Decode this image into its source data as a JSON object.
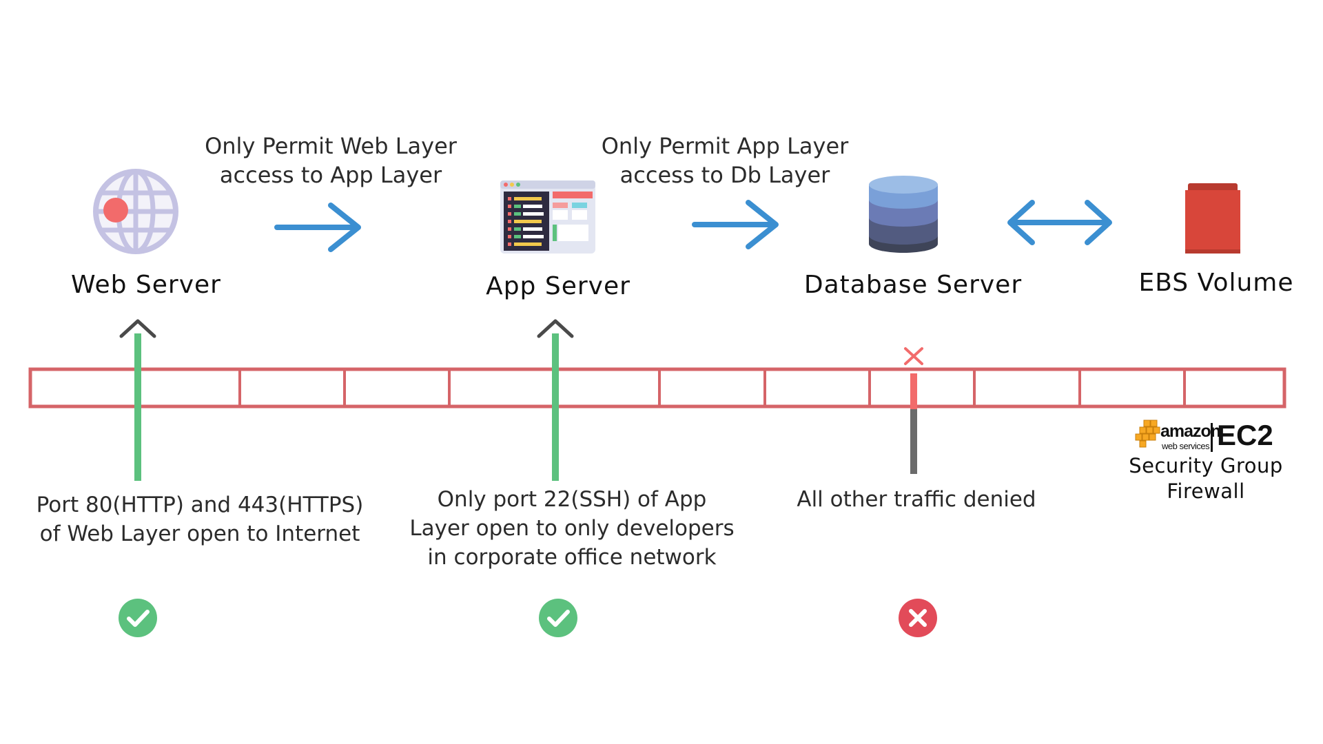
{
  "nodes": {
    "web_server": "Web Server",
    "app_server": "App Server",
    "database_server": "Database Server",
    "ebs_volume": "EBS Volume"
  },
  "rules": {
    "web_to_app": [
      "Only Permit Web Layer",
      "access to App Layer"
    ],
    "app_to_db": [
      "Only Permit App Layer",
      "access to Db Layer"
    ]
  },
  "firewall": {
    "brand_word": "amazon",
    "brand_sub": "web services",
    "product": "EC2",
    "title_lines": [
      "Security Group",
      "Firewall"
    ]
  },
  "captions": {
    "web": [
      "Port 80(HTTP) and 443(HTTPS)",
      "of Web Layer open to Internet"
    ],
    "app": [
      "Only port 22(SSH) of App",
      "Layer open to only developers",
      "in corporate office network"
    ],
    "denied": [
      "All other traffic denied"
    ]
  },
  "statuses": {
    "web": "allowed",
    "app": "allowed",
    "denied": "denied"
  },
  "colors": {
    "allow": "#5cc17e",
    "deny": "#e24b59",
    "arrow": "#3b8fd1",
    "firewall_border": "#d56468",
    "ebs": "#d8463a",
    "db_top": "#7aa0d8",
    "db_mid": "#6b7bb5",
    "db_low": "#525b80",
    "db_bottom": "#3e4458",
    "aws_orange": "#f7a823"
  },
  "icons": {
    "web_server": "globe-icon",
    "app_server": "code-window-icon",
    "database_server": "database-icon",
    "ebs_volume": "storage-block-icon",
    "allowed": "check-circle-icon",
    "denied": "x-circle-icon"
  }
}
